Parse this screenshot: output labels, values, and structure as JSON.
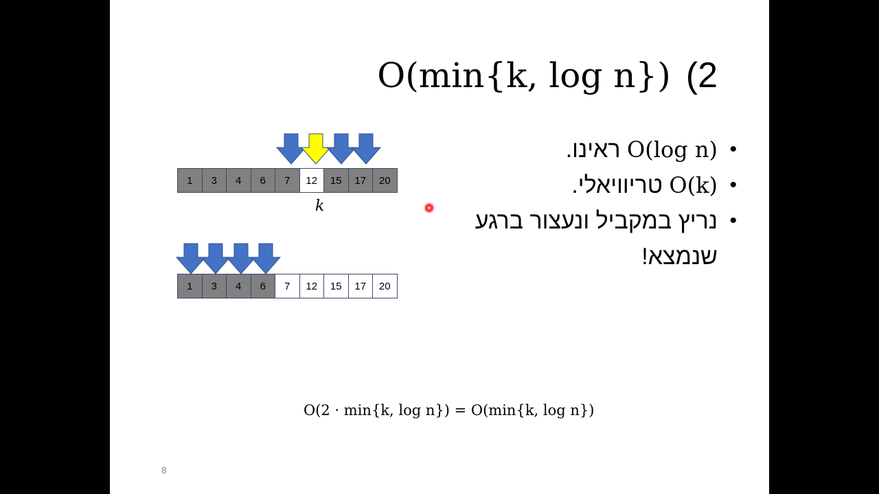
{
  "title": {
    "number": "(2",
    "expression": "O(min{k, log n})"
  },
  "bullets": [
    {
      "marker": "•",
      "math": "O(log n)",
      "text": " ראינו."
    },
    {
      "marker": "•",
      "math": "O(k)",
      "text": " טריוויאלי."
    },
    {
      "marker": "•",
      "math": "",
      "text": "נריץ במקביל ונעצור ברגע שנמצא!"
    }
  ],
  "top_array": {
    "values": [
      "1",
      "3",
      "4",
      "6",
      "7",
      "12",
      "15",
      "17",
      "20"
    ],
    "dark": [
      true,
      true,
      true,
      true,
      true,
      false,
      true,
      true,
      true
    ],
    "arrows": [
      {
        "index": 4,
        "color": "#4472c4"
      },
      {
        "index": 5,
        "color": "#ffff00"
      },
      {
        "index": 6,
        "color": "#4472c4"
      },
      {
        "index": 7,
        "color": "#4472c4"
      }
    ],
    "label": "k"
  },
  "bottom_array": {
    "values": [
      "1",
      "3",
      "4",
      "6",
      "7",
      "12",
      "15",
      "17",
      "20"
    ],
    "dark": [
      true,
      true,
      true,
      true,
      false,
      false,
      false,
      false,
      false
    ],
    "arrows": [
      {
        "index": 0,
        "color": "#4472c4"
      },
      {
        "index": 1,
        "color": "#4472c4"
      },
      {
        "index": 2,
        "color": "#4472c4"
      },
      {
        "index": 3,
        "color": "#4472c4"
      }
    ]
  },
  "formula": "O(2 · min{k, log n}) = O(min{k, log n})",
  "page_number": "8"
}
